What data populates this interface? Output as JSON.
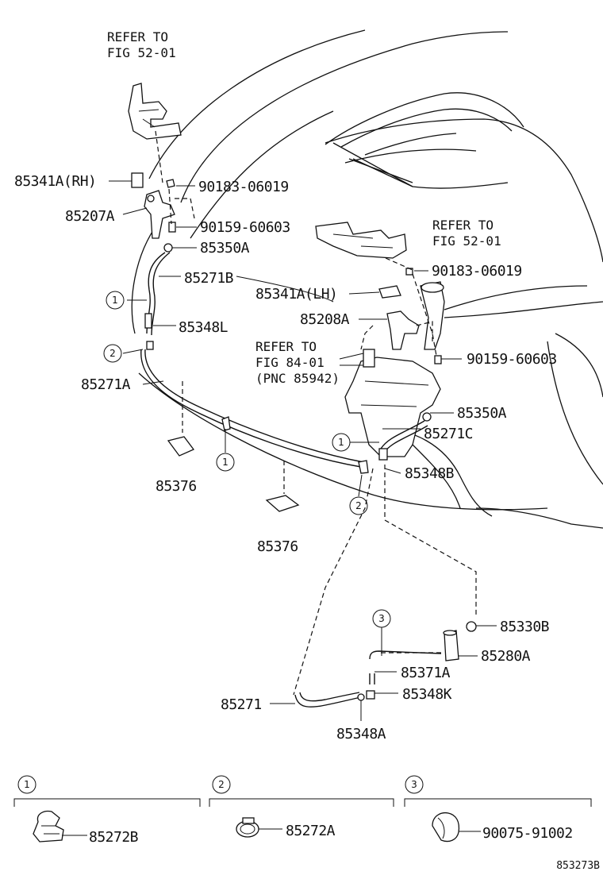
{
  "refs": {
    "fig52_top_line1": "REFER TO",
    "fig52_top_line2": "FIG 52-01",
    "fig52_mid_line1": "REFER TO",
    "fig52_mid_line2": "FIG 52-01",
    "fig84_line1": "REFER TO",
    "fig84_line2": "FIG 84-01",
    "fig84_line3": "(PNC 85942)"
  },
  "parts": {
    "p85341A_RH": "85341A(RH)",
    "p90183_left": "90183-06019",
    "p85207A": "85207A",
    "p90159_left": "90159-60603",
    "p85350A_left": "85350A",
    "p85271B": "85271B",
    "p85341A_LH": "85341A(LH)",
    "p85348L": "85348L",
    "p85208A": "85208A",
    "p90183_right": "90183-06019",
    "p90159_right": "90159-60603",
    "p85271A": "85271A",
    "p85350A_right": "85350A",
    "p85271C": "85271C",
    "p85348B": "85348B",
    "p85376_a": "85376",
    "p85376_b": "85376",
    "p85330B": "85330B",
    "p85280A": "85280A",
    "p85371A": "85371A",
    "p85348K": "85348K",
    "p85271": "85271",
    "p85348A": "85348A"
  },
  "callouts": {
    "c1": "1",
    "c2": "2",
    "c3": "3"
  },
  "legend": {
    "item1_num": "1",
    "item1_part": "85272B",
    "item2_num": "2",
    "item2_part": "85272A",
    "item3_num": "3",
    "item3_part": "90075-91002"
  },
  "diagram_id": "853273B"
}
